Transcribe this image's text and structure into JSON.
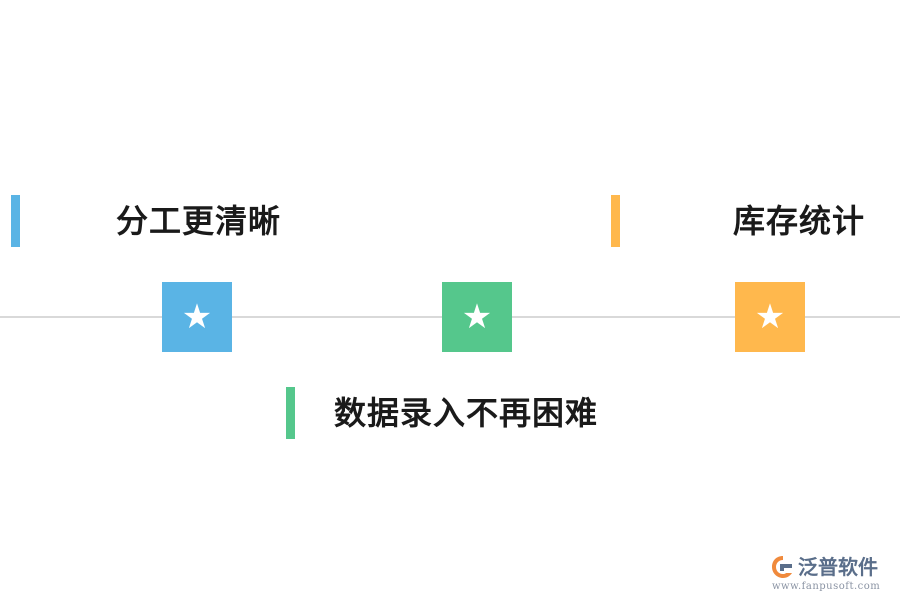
{
  "features": [
    {
      "label": "分工更清晰",
      "color": "#5ab4e5",
      "icon": "star-icon"
    },
    {
      "label": "数据录入不再困难",
      "color": "#55c78c",
      "icon": "star-icon"
    },
    {
      "label": "库存统计",
      "color": "#ffb84d",
      "icon": "star-icon"
    }
  ],
  "star_glyph": "★",
  "timeline_color": "#d9d9d9",
  "logo": {
    "name": "泛普软件",
    "url": "www.fanpusoft.com"
  }
}
